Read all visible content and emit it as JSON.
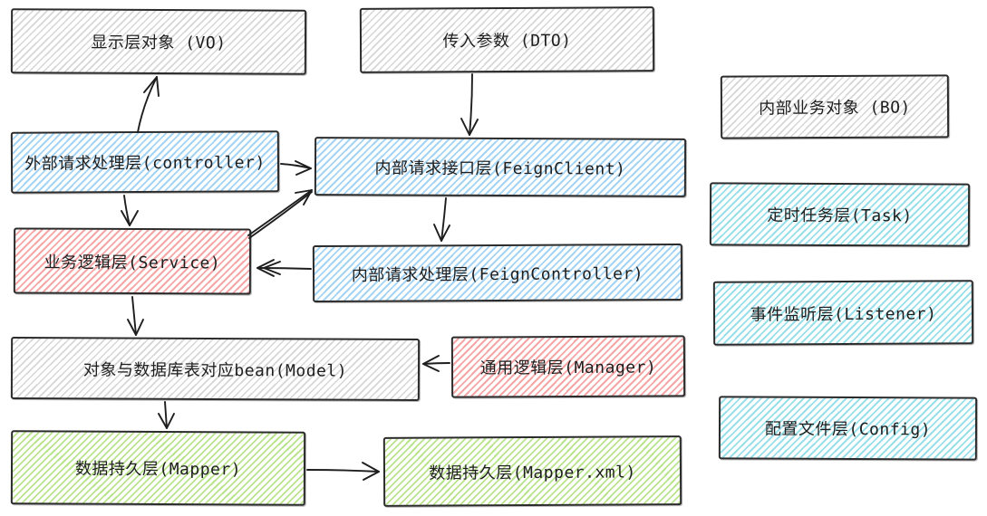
{
  "diagram": {
    "description": "Backend layered architecture diagram (hand-drawn sketch style) showing Java service layers and data objects",
    "boxes": [
      {
        "id": "vo",
        "label": "显示层对象 (VO)",
        "color": "gray"
      },
      {
        "id": "dto",
        "label": "传入参数 (DTO)",
        "color": "gray"
      },
      {
        "id": "controller",
        "label": "外部请求处理层(controller)",
        "color": "blue"
      },
      {
        "id": "feign_client",
        "label": "内部请求接口层(FeignClient)",
        "color": "blue"
      },
      {
        "id": "service",
        "label": "业务逻辑层(Service)",
        "color": "red"
      },
      {
        "id": "feign_controller",
        "label": "内部请求处理层(FeignController)",
        "color": "blue"
      },
      {
        "id": "model",
        "label": "对象与数据库表对应bean(Model)",
        "color": "gray"
      },
      {
        "id": "manager",
        "label": "通用逻辑层(Manager)",
        "color": "red"
      },
      {
        "id": "mapper",
        "label": "数据持久层(Mapper)",
        "color": "green"
      },
      {
        "id": "mapper_xml",
        "label": "数据持久层(Mapper.xml)",
        "color": "green"
      },
      {
        "id": "bo",
        "label": "内部业务对象 (BO)",
        "color": "gray"
      },
      {
        "id": "task",
        "label": "定时任务层(Task)",
        "color": "cyan"
      },
      {
        "id": "listener",
        "label": "事件监听层(Listener)",
        "color": "cyan"
      },
      {
        "id": "config",
        "label": "配置文件层(Config)",
        "color": "cyan"
      }
    ],
    "edges": [
      {
        "from": "controller",
        "to": "vo"
      },
      {
        "from": "dto",
        "to": "feign_client"
      },
      {
        "from": "controller",
        "to": "feign_client"
      },
      {
        "from": "controller",
        "to": "service"
      },
      {
        "from": "service",
        "to": "feign_client"
      },
      {
        "from": "feign_client",
        "to": "feign_controller"
      },
      {
        "from": "feign_controller",
        "to": "service"
      },
      {
        "from": "service",
        "to": "model"
      },
      {
        "from": "manager",
        "to": "model"
      },
      {
        "from": "model",
        "to": "mapper"
      },
      {
        "from": "mapper",
        "to": "mapper_xml"
      }
    ],
    "colors": {
      "stroke": "#2b2b2b",
      "arrow": "#1e1e1e",
      "text": "#1e1e1e",
      "hatch_gray": "#d6d6d6",
      "hatch_blue": "#a5d4f5",
      "hatch_red": "#f7a6a6",
      "hatch_green": "#b9e48c",
      "hatch_cyan": "#99e0ea",
      "background": "#ffffff"
    }
  }
}
